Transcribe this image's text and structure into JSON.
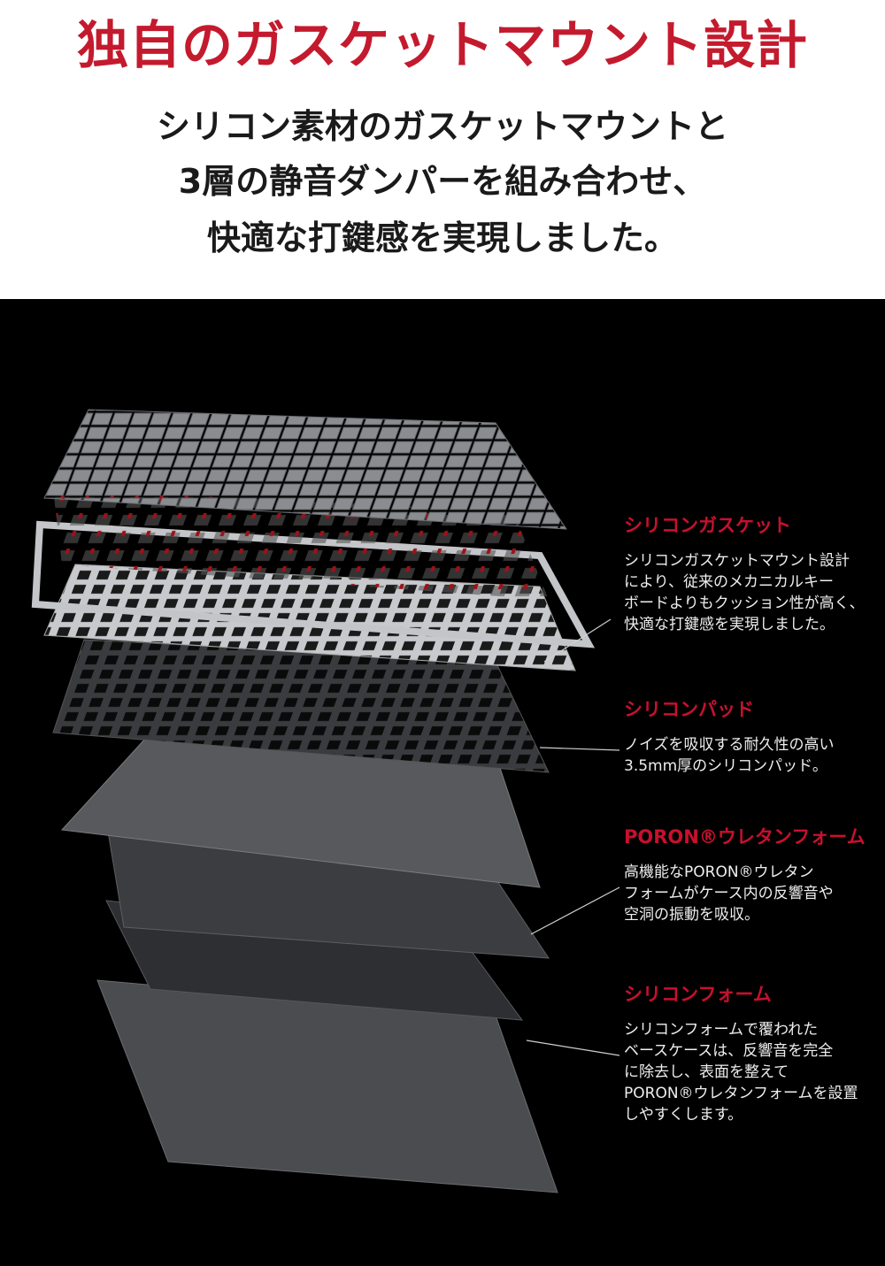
{
  "header": {
    "title": "独自のガスケットマウント設計",
    "subtitle_lines": [
      "シリコン素材のガスケットマウントと",
      "3層の静音ダンパーを組み合わせ、",
      "快適な打鍵感を実現しました。"
    ]
  },
  "features": [
    {
      "title": "シリコンガスケット",
      "lines": [
        "シリコンガスケットマウント設計",
        "により、従来のメカニカルキー",
        "ボードよりもクッション性が高く、",
        "快適な打鍵感を実現しました。"
      ]
    },
    {
      "title": "シリコンパッド",
      "lines": [
        "ノイズを吸収する耐久性の高い",
        "3.5mm厚のシリコンパッド。"
      ]
    },
    {
      "title": "PORON®ウレタンフォーム",
      "lines": [
        "高機能なPORON®ウレタン",
        "フォームがケース内の反響音や",
        "空洞の振動を吸収。"
      ]
    },
    {
      "title": "シリコンフォーム",
      "lines": [
        "シリコンフォームで覆われた",
        "ベースケースは、反響音を完全",
        "に除去し、表面を整えて",
        "PORON®ウレタンフォームを設置",
        "しやすくします。"
      ]
    }
  ],
  "colors": {
    "accent": "#c8102e",
    "background_dark": "#000000",
    "text_light": "#eeeeee"
  }
}
